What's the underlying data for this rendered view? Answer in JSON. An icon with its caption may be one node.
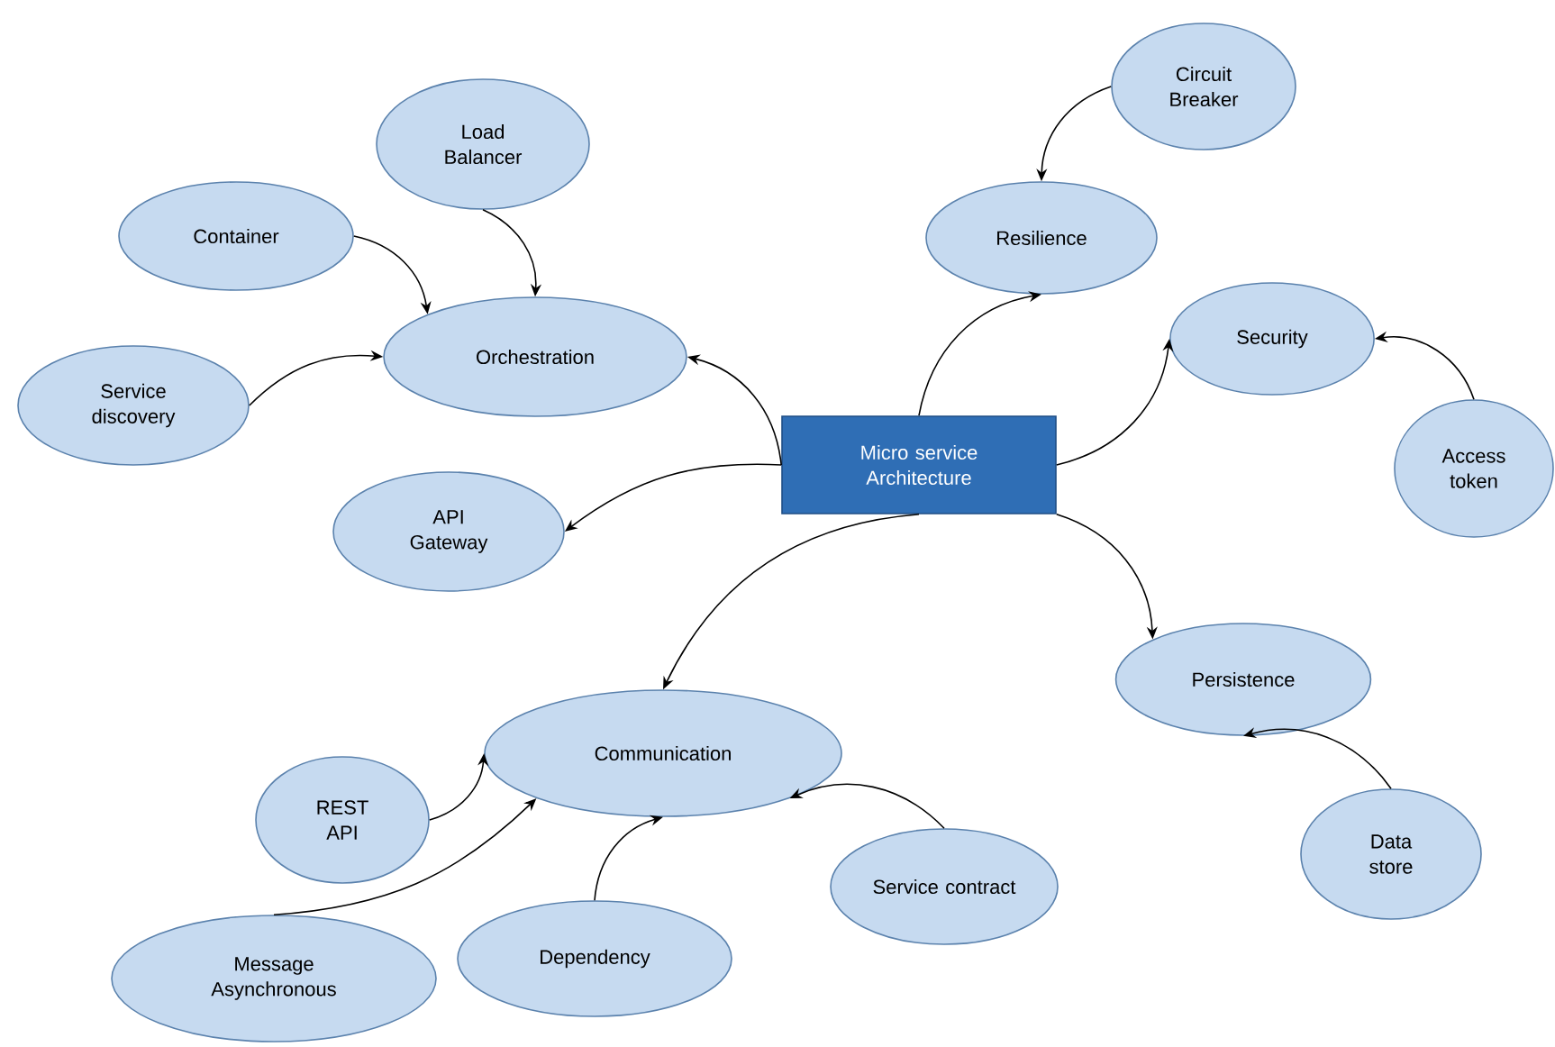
{
  "diagram": {
    "nodes": [
      {
        "text": [
          "Micro service Architecture"
        ]
      },
      {
        "text": [
          "Load Balancer"
        ]
      },
      {
        "text": [
          "Container"
        ]
      },
      {
        "text": [
          "Service discovery"
        ]
      },
      {
        "text": [
          "Orchestration"
        ]
      },
      {
        "text": [
          "Circuit Breaker"
        ]
      },
      {
        "text": [
          "Resilience"
        ]
      },
      {
        "text": [
          "Security"
        ]
      },
      {
        "text": [
          "Access token"
        ]
      },
      {
        "text": [
          "API Gateway"
        ]
      },
      {
        "text": [
          "Persistence"
        ]
      },
      {
        "text": [
          "Communication"
        ]
      },
      {
        "text": [
          "REST API"
        ]
      },
      {
        "text": [
          "Service contract"
        ]
      },
      {
        "text": [
          "Data store"
        ]
      },
      {
        "text": [
          "Dependency"
        ]
      },
      {
        "text": [
          "Message Asynchronous"
        ]
      }
    ],
    "edges": [
      {
        "from": 0,
        "to": 4,
        "arrow": "to"
      },
      {
        "from": 1,
        "to": 4,
        "arrow": "to"
      },
      {
        "from": 2,
        "to": 4,
        "arrow": "to"
      },
      {
        "from": 3,
        "to": 4,
        "arrow": "to"
      },
      {
        "from": 0,
        "to": 6,
        "arrow": "to"
      },
      {
        "from": 5,
        "to": 6,
        "arrow": "to"
      },
      {
        "from": 0,
        "to": 7,
        "arrow": "to"
      },
      {
        "from": 8,
        "to": 7,
        "arrow": "to"
      },
      {
        "from": 0,
        "to": 9,
        "arrow": "to"
      },
      {
        "from": 0,
        "to": 10,
        "arrow": "to"
      },
      {
        "from": 14,
        "to": 10,
        "arrow": "to"
      },
      {
        "from": 0,
        "to": 11,
        "arrow": "to"
      },
      {
        "from": 12,
        "to": 11,
        "arrow": "to"
      },
      {
        "from": 16,
        "to": 11,
        "arrow": "to"
      },
      {
        "from": 15,
        "to": 11,
        "arrow": "to"
      },
      {
        "from": 13,
        "to": 11,
        "arrow": "to"
      }
    ]
  }
}
